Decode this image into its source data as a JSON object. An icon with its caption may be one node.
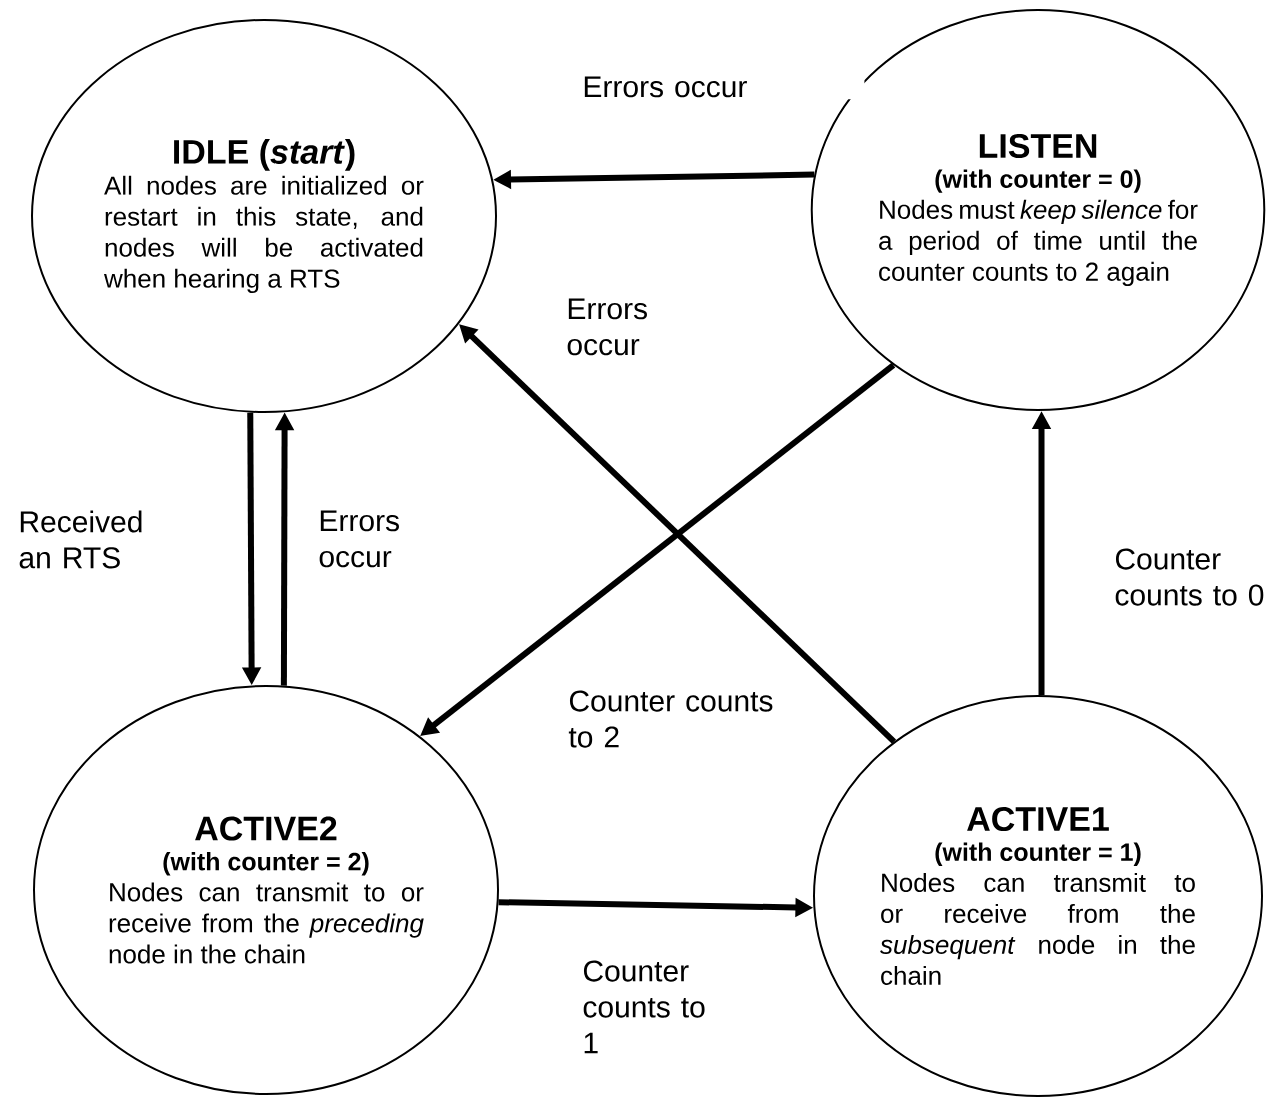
{
  "diagram": {
    "nodes": [
      {
        "text": [
          "IDLE (*start*)",
          "All nodes are initialized or restart in this state, and nodes will be activated when hearing a RTS"
        ]
      },
      {
        "text": [
          "LISTEN",
          "(with counter = 0)",
          "Nodes must *keep silence* for a period of time until the counter counts to 2 again"
        ]
      },
      {
        "text": [
          "ACTIVE2",
          "(with counter = 2)",
          "Nodes can transmit to or receive from the *preceding* node in the chain"
        ]
      },
      {
        "text": [
          "ACTIVE1",
          "(with counter = 1)",
          "Nodes can transmit to or receive from the *subsequent* node in the chain"
        ]
      }
    ],
    "edges": [
      {
        "from": 1,
        "to": 0,
        "arrow": "to",
        "label": "Errors occur"
      },
      {
        "from": 3,
        "to": 0,
        "arrow": "to",
        "label": "Errors occur"
      },
      {
        "from": 1,
        "to": 2,
        "arrow": "to",
        "label": "Counter counts to 2"
      },
      {
        "from": 0,
        "to": 2,
        "arrow": "to",
        "label": "Received an RTS"
      },
      {
        "from": 2,
        "to": 0,
        "arrow": "to",
        "label": "Errors occur"
      },
      {
        "from": 2,
        "to": 3,
        "arrow": "to",
        "label": "Counter counts to 1"
      },
      {
        "from": 3,
        "to": 1,
        "arrow": "to",
        "label": "Counter counts to 0"
      }
    ]
  }
}
